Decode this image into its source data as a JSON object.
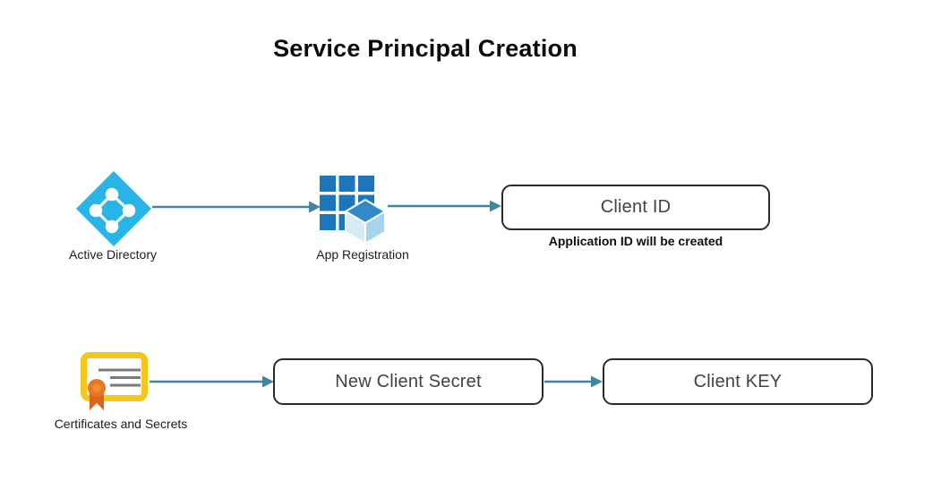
{
  "title": "Service Principal Creation",
  "nodes": {
    "active_directory": {
      "label": "Active Directory",
      "icon": "azure-active-directory"
    },
    "app_registration": {
      "label": "App Registration",
      "icon": "app-registration-grid-cube"
    },
    "client_id": {
      "label": "Client ID",
      "note": "Application ID will be created"
    },
    "certificates_and_secrets": {
      "label": "Certificates and Secrets",
      "icon": "certificate-ribbon"
    },
    "new_client_secret": {
      "label": "New Client Secret"
    },
    "client_key": {
      "label": "Client KEY"
    }
  },
  "edges": [
    {
      "from": "active_directory",
      "to": "app_registration"
    },
    {
      "from": "app_registration",
      "to": "client_id"
    },
    {
      "from": "certificates_and_secrets",
      "to": "new_client_secret"
    },
    {
      "from": "new_client_secret",
      "to": "client_key"
    }
  ],
  "colors": {
    "arrow": "#3f86a6",
    "ad_diamond": "#29b4e8",
    "node_white": "#ffffff",
    "grid_blue": "#1b76bc",
    "cube_top": "#3089c9",
    "cube_left": "#d6ebf6",
    "cube_right": "#a6d4ea",
    "cert_border": "#f5c71e",
    "cert_lines": "#7a7a7a",
    "ribbon_orange": "#e87722",
    "ribbon_inner": "#f08a33",
    "ribbon_tail": "#d9661a",
    "box_border": "#2b2b2b",
    "box_text": "#424242"
  }
}
